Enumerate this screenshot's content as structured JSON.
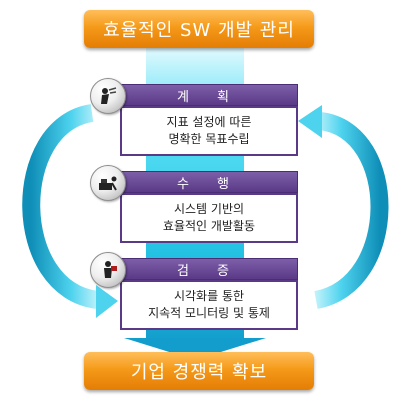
{
  "title": "효율적인 SW 개발 관리",
  "outcome": "기업 경쟁력 확보",
  "stages": [
    {
      "label": "계 획",
      "lines": [
        "지표 설정에 따른",
        "명확한 목표수립"
      ],
      "icon": "planning-person-icon"
    },
    {
      "label": "수 행",
      "lines": [
        "시스템 기반의",
        "효율적인 개발활동"
      ],
      "icon": "machine-worker-icon"
    },
    {
      "label": "검 증",
      "lines": [
        "시각화를 통한",
        "지속적 모니터링 및 통제"
      ],
      "icon": "inspector-icon"
    }
  ],
  "colors": {
    "banner": "#f59a1a",
    "stage_label": "#5a3a87",
    "cycle_arrow": "#1fa7d0",
    "axis_arrow": "#27c7e6"
  }
}
